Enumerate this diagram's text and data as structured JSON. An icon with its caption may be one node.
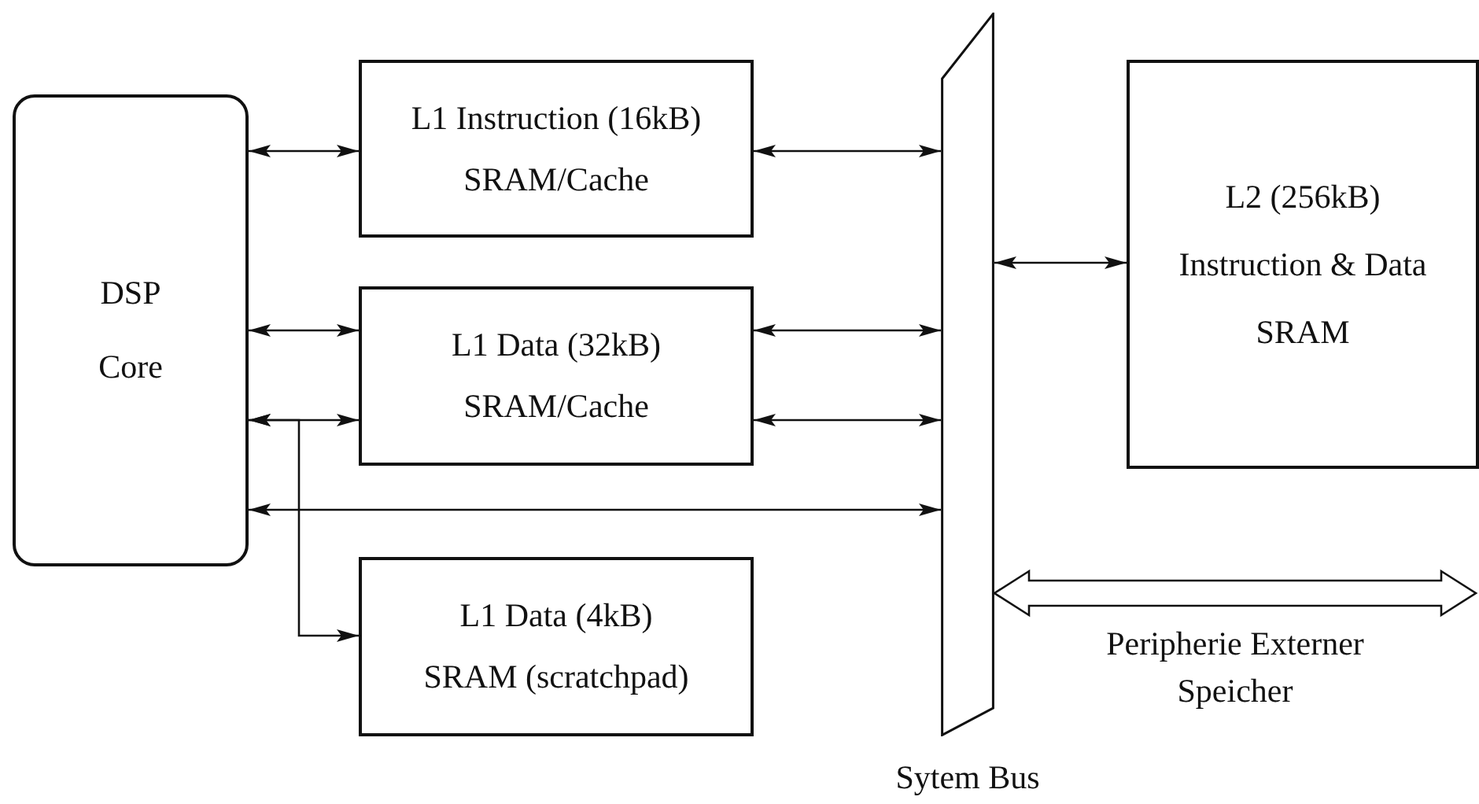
{
  "diagram": {
    "nodes": [
      {
        "text": [
          "DSP",
          "Core"
        ]
      },
      {
        "text": [
          "L1 Instruction (16kB)",
          "SRAM/Cache"
        ]
      },
      {
        "text": [
          "L1 Data (32kB)",
          "SRAM/Cache"
        ]
      },
      {
        "text": [
          "L1 Data (4kB)",
          "SRAM (scratchpad)"
        ]
      },
      {
        "text": [],
        "shape": "bar",
        "beside": [
          "Sytem Bus"
        ]
      },
      {
        "text": [
          "L2 (256kB)",
          "Instruction & Data",
          "SRAM"
        ]
      }
    ],
    "edges": [
      {
        "from": 0,
        "to": 1,
        "arrow": "both"
      },
      {
        "from": 1,
        "to": 4,
        "arrow": "both"
      },
      {
        "from": 0,
        "to": 2,
        "arrow": "both"
      },
      {
        "from": 2,
        "to": 4,
        "arrow": "both"
      },
      {
        "from": 0,
        "to": 2,
        "arrow": "both"
      },
      {
        "from": 0,
        "to": 3,
        "arrow": "both"
      },
      {
        "from": 2,
        "to": 4,
        "arrow": "both"
      },
      {
        "from": 0,
        "to": 4,
        "arrow": "both"
      },
      {
        "from": 4,
        "to": 5,
        "arrow": "both"
      },
      {
        "from": 4,
        "to": null,
        "arrow": "both",
        "style": "thick",
        "label": "Peripherie Externer Speicher"
      }
    ]
  }
}
